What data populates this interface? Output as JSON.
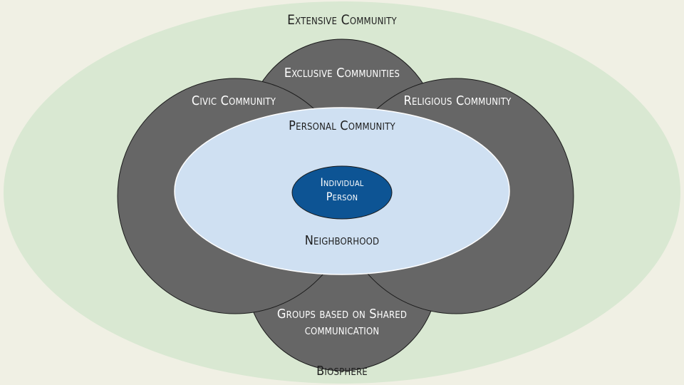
{
  "diagram": {
    "labels": {
      "extensive": "Extensive Community",
      "exclusive": "Exclusive Communities",
      "civic": "Civic Community",
      "religious": "Religious Community",
      "personal": "Personal Community",
      "individual_line1": "Individual",
      "individual_line2": "Person",
      "neighborhood": "Neighborhood",
      "shared_line1": "Groups based on Shared",
      "shared_line2": "communication",
      "biosphere": "Biosphere"
    },
    "colors": {
      "background": "#f0f0e4",
      "outer_ellipse": "#d9e8d2",
      "community_circles": "#666666",
      "personal_ellipse": "#cfe0f2",
      "individual_ellipse": "#0d5494",
      "outline": "#1a1a1a"
    }
  }
}
